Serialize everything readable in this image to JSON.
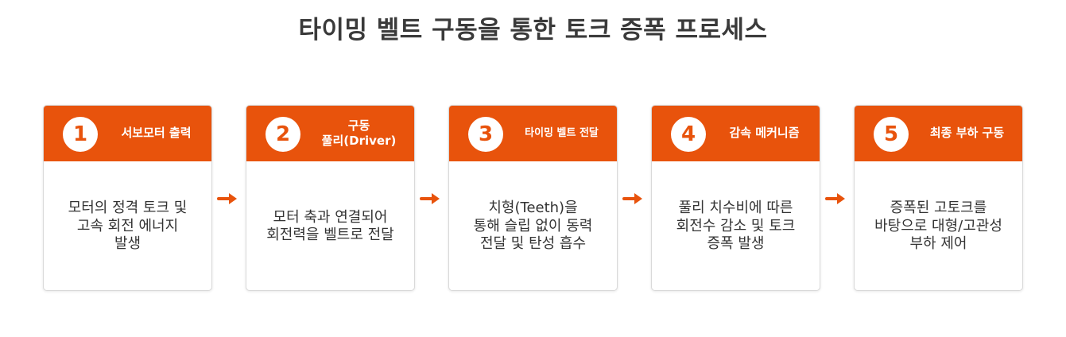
{
  "title": "타이밍 벨트 구동을 통한 토크 증폭 프로세스",
  "colors": {
    "accent": "#e8530c",
    "title_text": "#3a3a3a",
    "body_text": "#333333"
  },
  "steps": [
    {
      "number": "1",
      "title": "서보모터 출력",
      "body": "모터의 정격 토크 및\n고속 회전 에너지\n발생"
    },
    {
      "number": "2",
      "title": "구동\n풀리(Driver)",
      "body": "모터 축과 연결되어\n회전력을 벨트로 전달"
    },
    {
      "number": "3",
      "title": "타이밍 벨트 전달",
      "body": "치형(Teeth)을\n통해 슬립 없이 동력\n전달 및 탄성 흡수"
    },
    {
      "number": "4",
      "title": "감속 메커니즘",
      "body": "풀리 치수비에 따른\n회전수 감소 및 토크\n증폭 발생"
    },
    {
      "number": "5",
      "title": "최종 부하 구동",
      "body": "증폭된 고토크를\n바탕으로 대형/고관성\n부하 제어"
    }
  ],
  "icons": {
    "connector": "arrow-right-icon"
  }
}
